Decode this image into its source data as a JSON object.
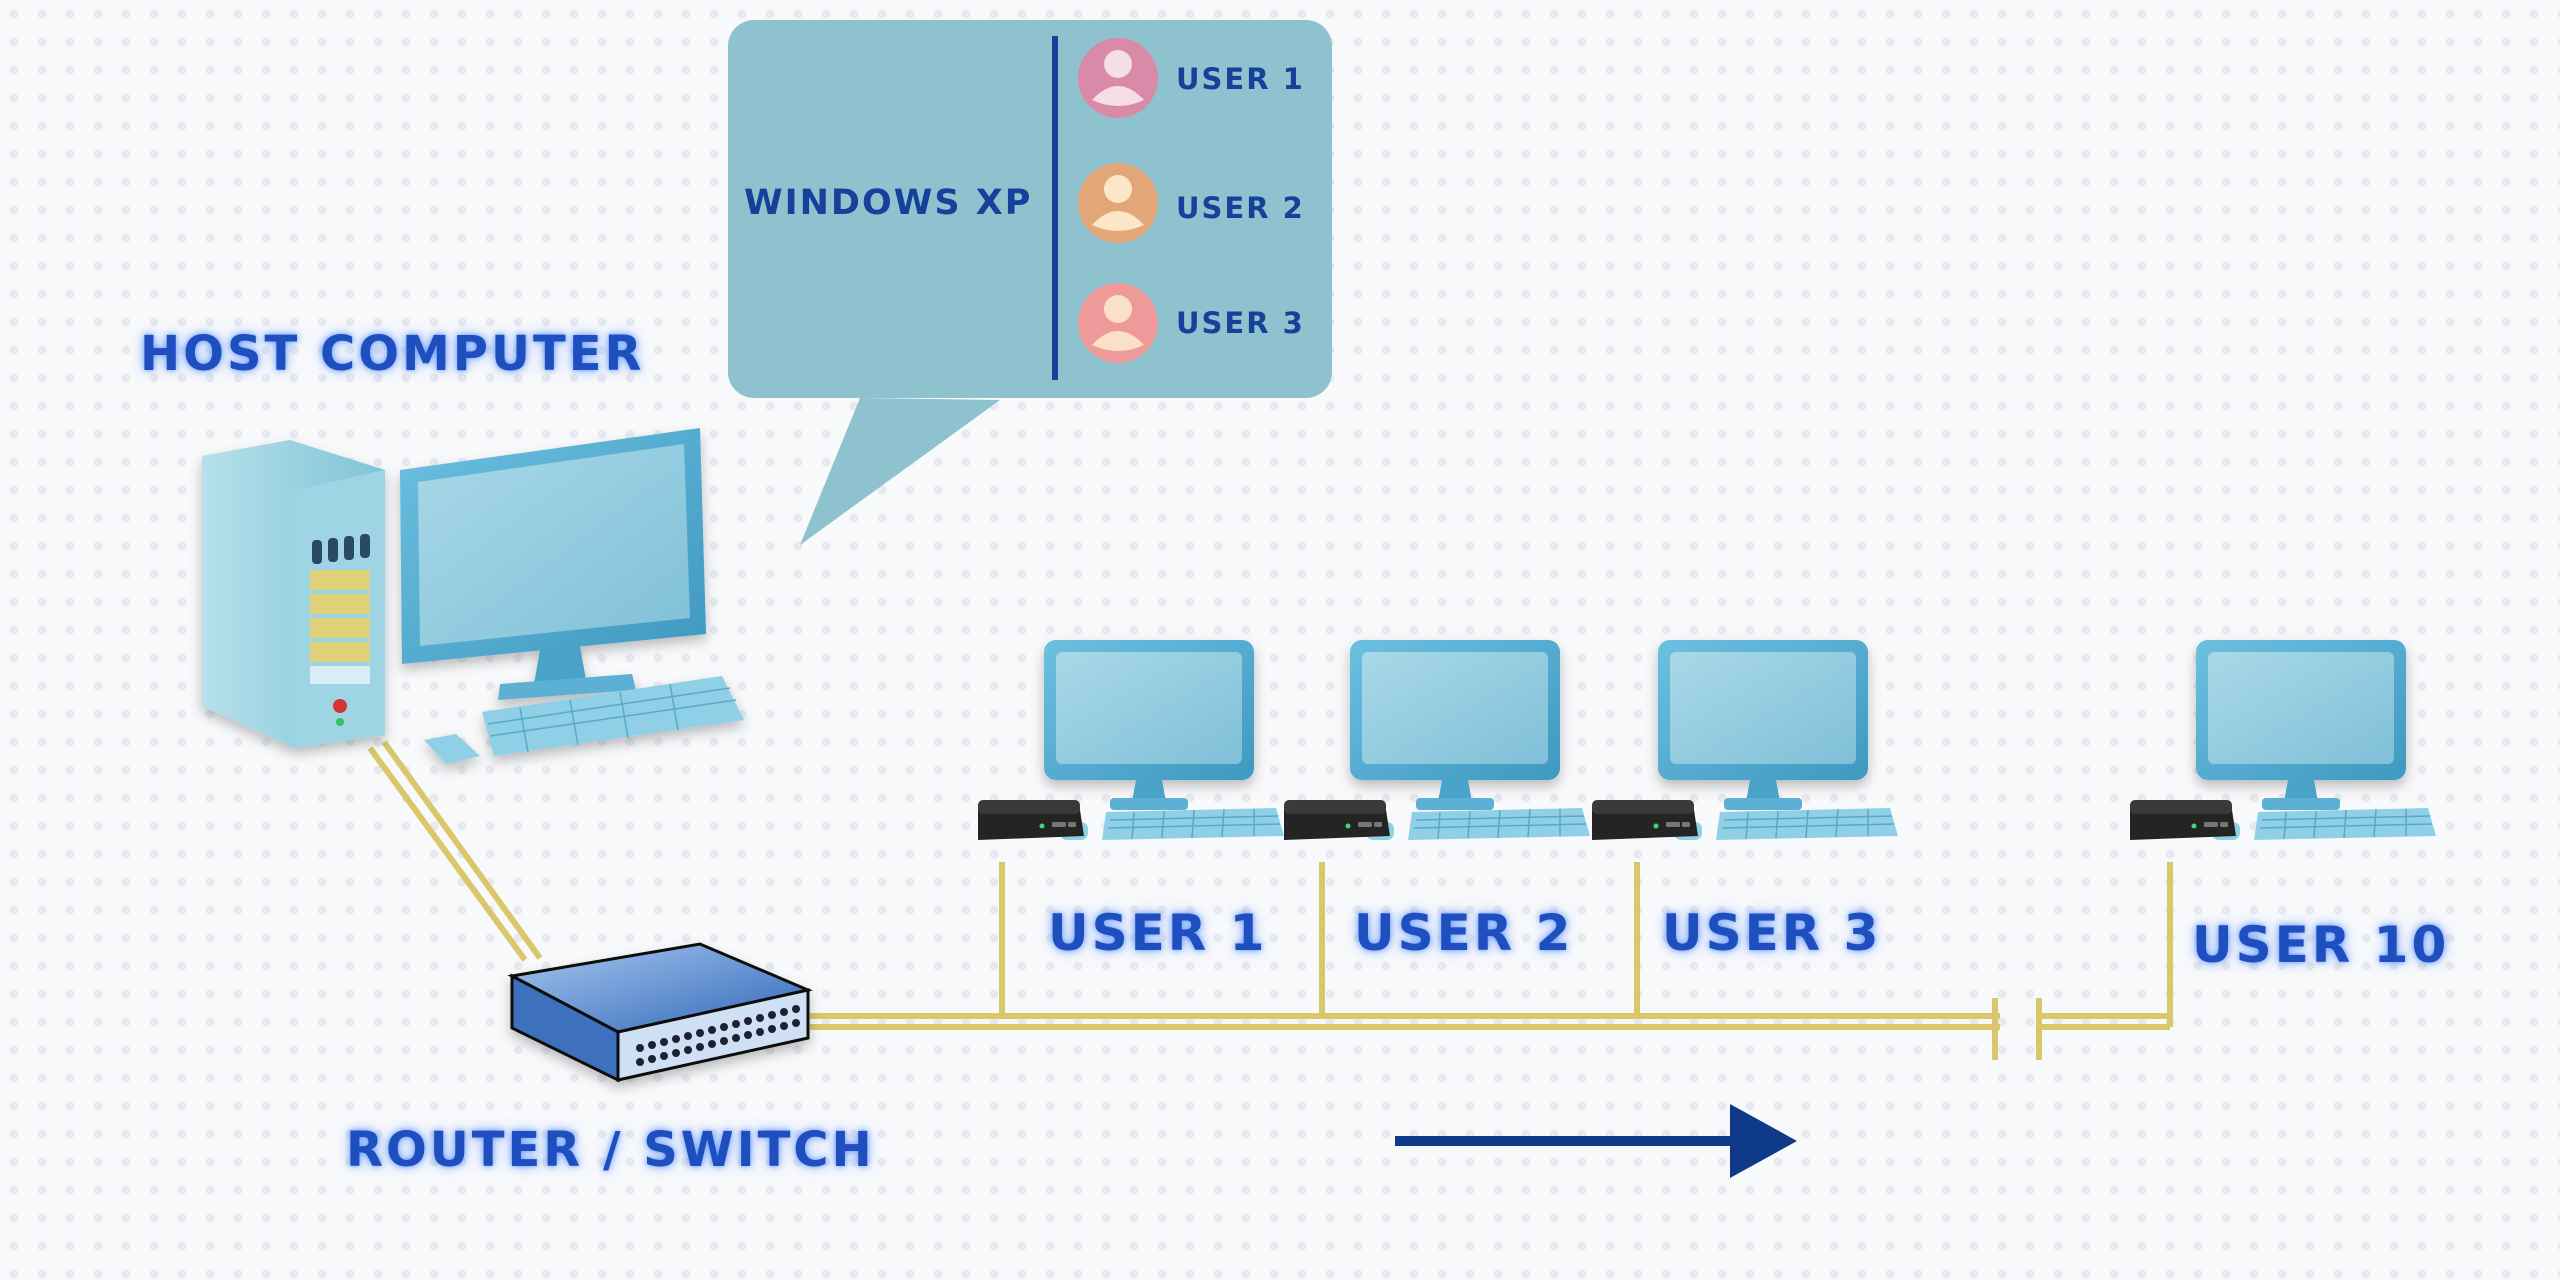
{
  "bubble": {
    "os_label": "WINDOWS XP",
    "users": [
      {
        "label": "USER 1",
        "color": "#d98aa8"
      },
      {
        "label": "USER 2",
        "color": "#e3a679"
      },
      {
        "label": "USER 3",
        "color": "#ef9a9a"
      }
    ]
  },
  "host": {
    "label": "HOST COMPUTER"
  },
  "router": {
    "label": "ROUTER / SWITCH"
  },
  "stations": [
    {
      "label": "USER 1"
    },
    {
      "label": "USER 2"
    },
    {
      "label": "USER 3"
    },
    {
      "label": "USER 10"
    }
  ],
  "colors": {
    "cable": "#d9c76a",
    "accent": "#1f4fbf",
    "bubble": "#8ec2cf",
    "arrow": "#0f3a8a",
    "monitor": "#4aa3c9"
  }
}
